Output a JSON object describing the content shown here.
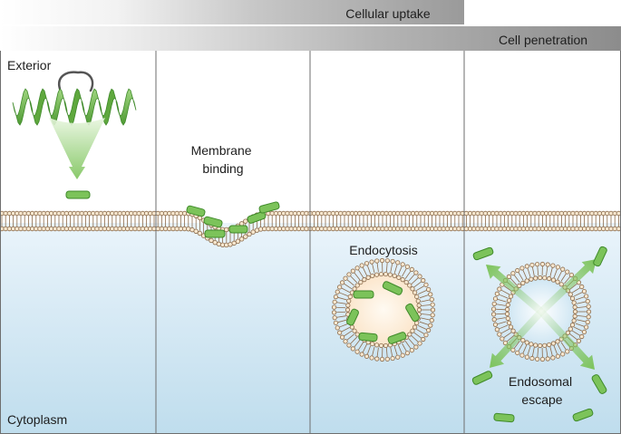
{
  "header": {
    "uptake_label": "Cellular uptake",
    "penetration_label": "Cell penetration"
  },
  "regions": {
    "exterior": "Exterior",
    "cytoplasm": "Cytoplasm"
  },
  "stages": [
    {
      "id": "peptide",
      "label": ""
    },
    {
      "id": "membrane-binding",
      "label_lines": [
        "Membrane",
        "binding"
      ]
    },
    {
      "id": "endocytosis",
      "label": "Endocytosis"
    },
    {
      "id": "endosomal-escape",
      "label_lines": [
        "Endosomal",
        "escape"
      ]
    }
  ],
  "colors": {
    "peptide_green": "#7cc35a",
    "peptide_dark": "#3f8a2a",
    "membrane_head": "#f7e7cf",
    "membrane_outline": "#8a6a4a",
    "cytoplasm_top": "#e8f3fa",
    "cytoplasm_bottom": "#bcdcee",
    "header_gray": "#8c8c8c"
  }
}
